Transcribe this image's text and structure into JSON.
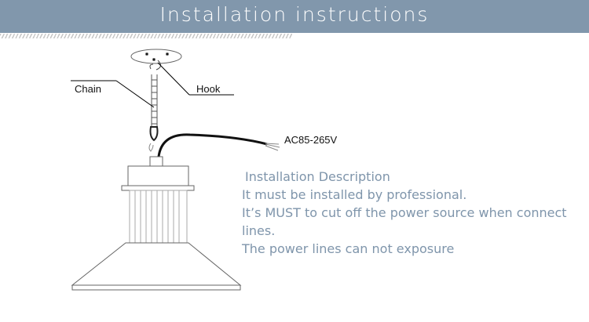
{
  "header": {
    "title": "Installation instructions",
    "color": "#8197ac"
  },
  "diagram": {
    "chain_label": "Chain",
    "hook_label": "Hook",
    "voltage_label": "AC85-265V"
  },
  "description": {
    "heading": "Installation Description",
    "lines": [
      "It must be installed by professional.",
      "It’s MUST to cut off the power source when connect lines.",
      "The power lines can not exposure"
    ]
  }
}
